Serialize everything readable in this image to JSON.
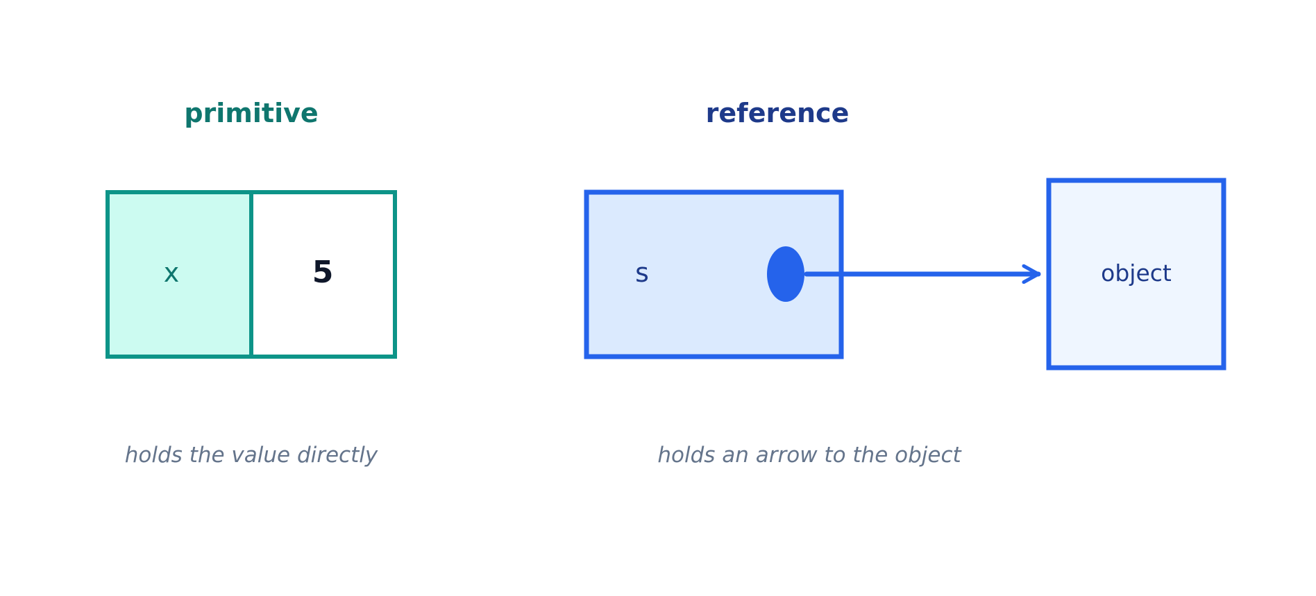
{
  "primitive": {
    "title": "primitive",
    "name_label": "x",
    "value_label": "5",
    "caption": "holds the value directly",
    "colors": {
      "title": "#0f766e",
      "border": "#0d9488",
      "name_fill": "#ccfbf1",
      "value_fill": "#ffffff",
      "name_text": "#0f766e",
      "value_text": "#0f172a"
    }
  },
  "reference": {
    "title": "reference",
    "name_label": "s",
    "object_label": "object",
    "caption": "holds an arrow to the object",
    "colors": {
      "title": "#1e3a8a",
      "border": "#2563eb",
      "variable_fill": "#dbeafe",
      "object_fill": "#eff6ff",
      "pointer": "#2563eb",
      "name_text": "#1e3a8a",
      "object_text": "#1e3a8a"
    }
  }
}
